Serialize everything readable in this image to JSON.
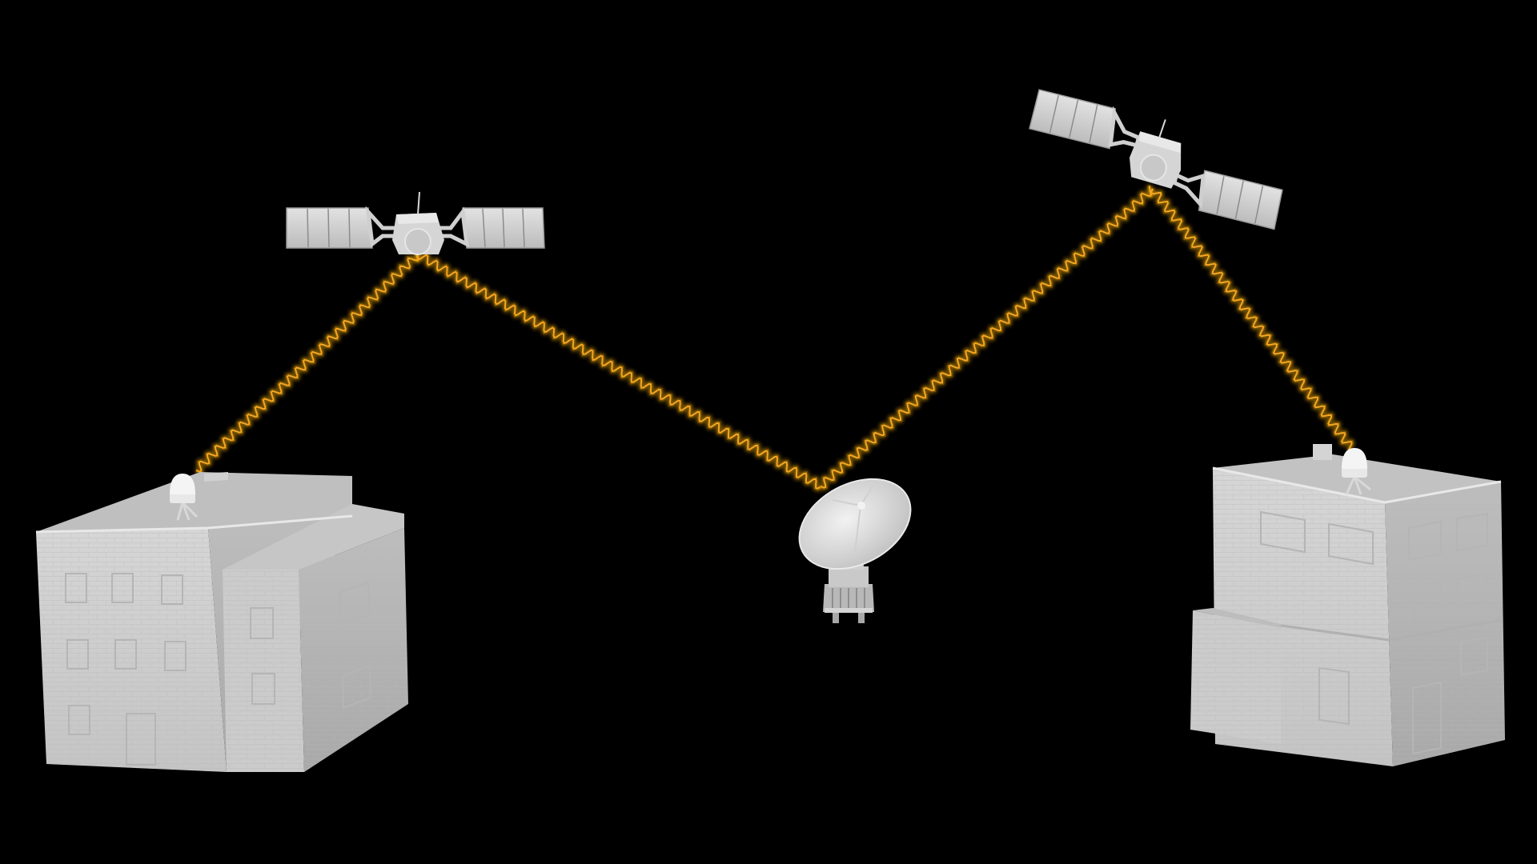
{
  "scene": {
    "background": "#000000",
    "object_color": "#d9d9d9",
    "link_color": "#f5a623",
    "link_glow_color": "#ffb400"
  },
  "nodes": {
    "building_left": {
      "icon": "building-icon",
      "terminal": "radome-dome-icon"
    },
    "satellite_left": {
      "icon": "satellite-icon"
    },
    "ground_station": {
      "icon": "parabolic-dish-antenna-icon"
    },
    "satellite_right": {
      "icon": "satellite-icon"
    },
    "building_right": {
      "icon": "building-icon",
      "terminal": "radome-dome-icon"
    }
  },
  "links": [
    {
      "from": "building_left",
      "to": "satellite_left"
    },
    {
      "from": "satellite_left",
      "to": "ground_station"
    },
    {
      "from": "ground_station",
      "to": "satellite_right"
    },
    {
      "from": "satellite_right",
      "to": "building_right"
    }
  ]
}
